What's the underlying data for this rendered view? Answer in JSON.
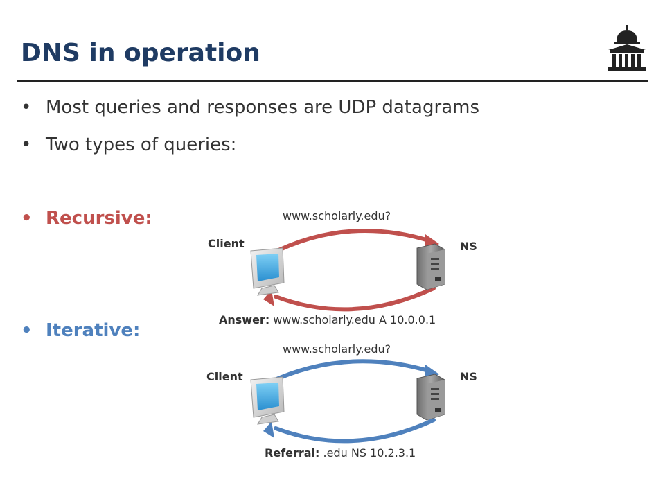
{
  "slide": {
    "title": "DNS in operation"
  },
  "bullets": [
    "Most queries and responses are UDP datagrams",
    "Two types of queries:",
    "Recursive:",
    "Iterative:"
  ],
  "bullet_glyph": "•",
  "recursive": {
    "query": "www.scholarly.edu?",
    "client_label": "Client",
    "server_label": "NS",
    "answer_prefix": "Answer:",
    "answer_text": "www.scholarly.edu A 10.0.0.1",
    "arrow_color": "#c0504d"
  },
  "iterative": {
    "query": "www.scholarly.edu?",
    "client_label": "Client",
    "server_label": "NS",
    "answer_prefix": "Referral:",
    "answer_text": ".edu NS 10.2.3.1",
    "arrow_color": "#4f81bd"
  },
  "colors": {
    "title": "#1f3b63",
    "recursive": "#c0504d",
    "iterative": "#4f81bd"
  },
  "icons": {
    "logo": "building-dome-icon",
    "client": "computer-monitor-icon",
    "server": "server-tower-icon"
  }
}
